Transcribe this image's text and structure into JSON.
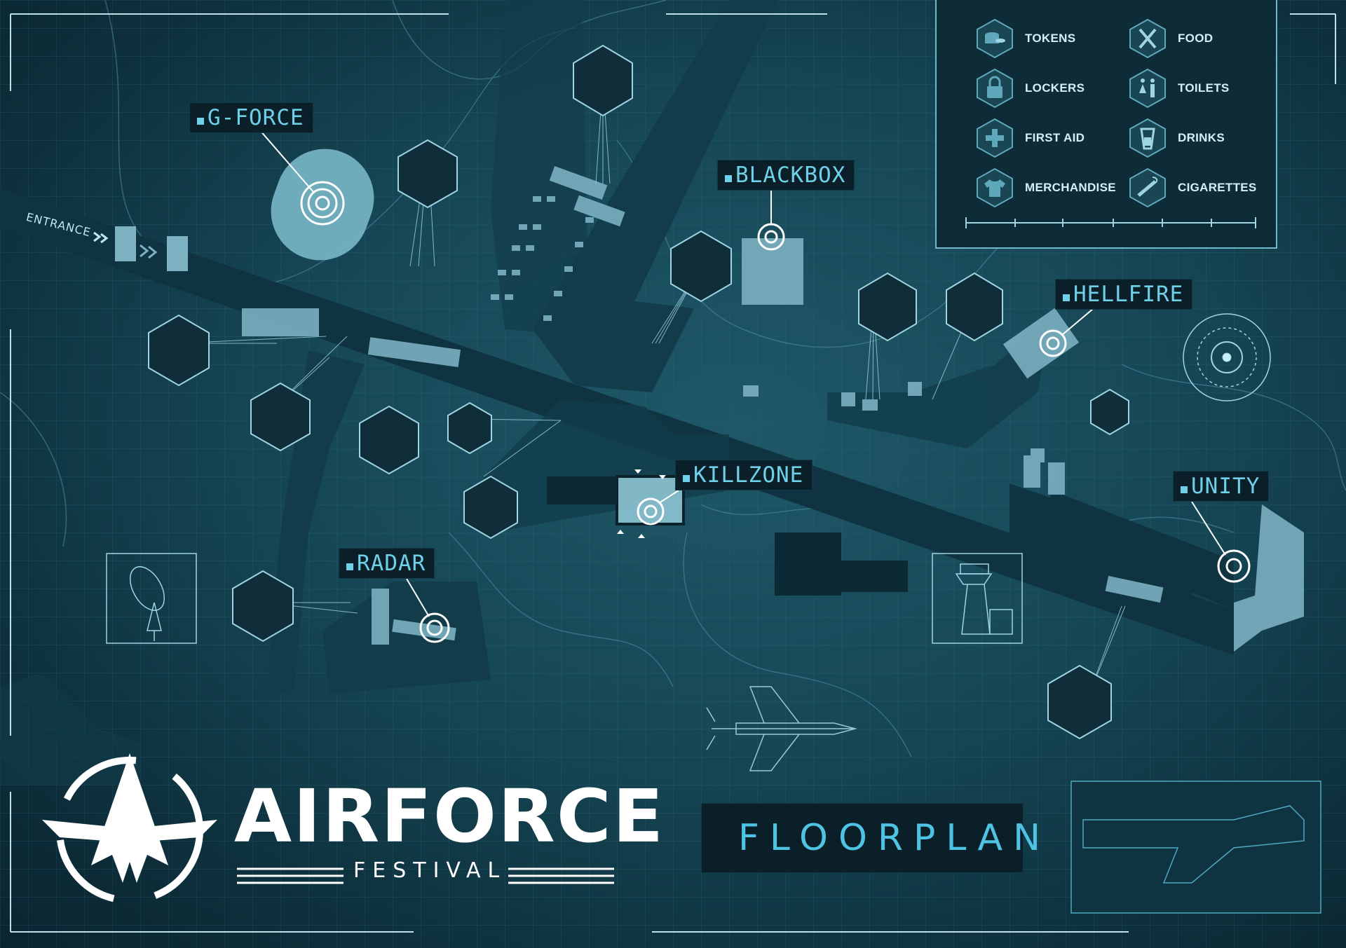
{
  "map_title": "FLOORPLAN",
  "brand": {
    "name": "AIRFORCE",
    "subtitle": "FESTIVAL"
  },
  "entrance_label": "ENTRANCE",
  "stages": [
    {
      "key": "g-force",
      "name": "G-FORCE"
    },
    {
      "key": "blackbox",
      "name": "BLACKBOX"
    },
    {
      "key": "hellfire",
      "name": "HELLFIRE"
    },
    {
      "key": "killzone",
      "name": "KILLZONE"
    },
    {
      "key": "radar",
      "name": "RADAR"
    },
    {
      "key": "unity",
      "name": "UNITY"
    }
  ],
  "legend": [
    {
      "label": "TOKENS",
      "icon": "tokens-icon"
    },
    {
      "label": "FOOD",
      "icon": "food-icon"
    },
    {
      "label": "LOCKERS",
      "icon": "locker-icon"
    },
    {
      "label": "TOILETS",
      "icon": "toilets-icon"
    },
    {
      "label": "FIRST AID",
      "icon": "first-aid-icon"
    },
    {
      "label": "DRINKS",
      "icon": "drinks-icon"
    },
    {
      "label": "MERCHANDISE",
      "icon": "merchandise-icon"
    },
    {
      "label": "CIGARETTES",
      "icon": "cigarettes-icon"
    }
  ],
  "colors": {
    "background": "#164655",
    "accent": "#4fc3e4",
    "label_text": "#6fd0ea",
    "building": "#7cb2c2",
    "runway": "#0f3340"
  }
}
